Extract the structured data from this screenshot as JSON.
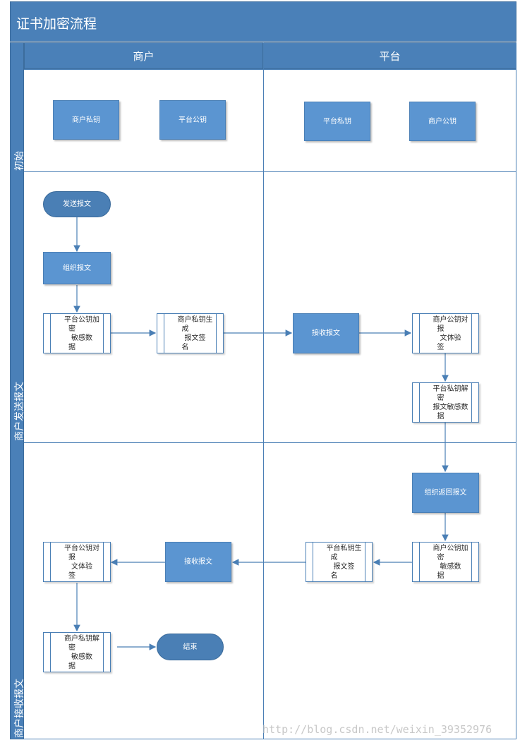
{
  "diagram": {
    "title": "证书加密流程",
    "columns": [
      "商户",
      "平台"
    ],
    "lanes": [
      "初始",
      "商户发送报文",
      "商户接收报文"
    ],
    "nodes": {
      "merchant_private_key": "商户私钥",
      "platform_public_key": "平台公钥",
      "platform_private_key": "平台私钥",
      "merchant_public_key": "商户公钥",
      "send_message": "发送报文",
      "assemble_message": "组织报文",
      "encrypt_sensitive": [
        "平台公钥加密",
        "敏感数据"
      ],
      "merchant_sign": [
        "商户私钥生成",
        "报文签名"
      ],
      "platform_receive": "接收报文",
      "platform_verify": [
        "商户公钥对报",
        "文体验签"
      ],
      "platform_decrypt": [
        "平台私钥解密",
        "报文敏感数据"
      ],
      "assemble_return": "组织返回报文",
      "platform_encrypt": [
        "商户公钥加密",
        "敏感数据"
      ],
      "platform_sign": [
        "平台私钥生成",
        "报文签名"
      ],
      "merchant_receive": "接收报文",
      "merchant_verify": [
        "平台公钥对报",
        "文体验签"
      ],
      "merchant_decrypt": [
        "商户私钥解密",
        "敏感数据"
      ],
      "end": "结束"
    },
    "watermark": "http://blog.csdn.net/weixin_39352976"
  },
  "colors": {
    "header_fill": "#4a80b8",
    "box_fill": "#5b95d1",
    "line": "#4a7fb5"
  }
}
